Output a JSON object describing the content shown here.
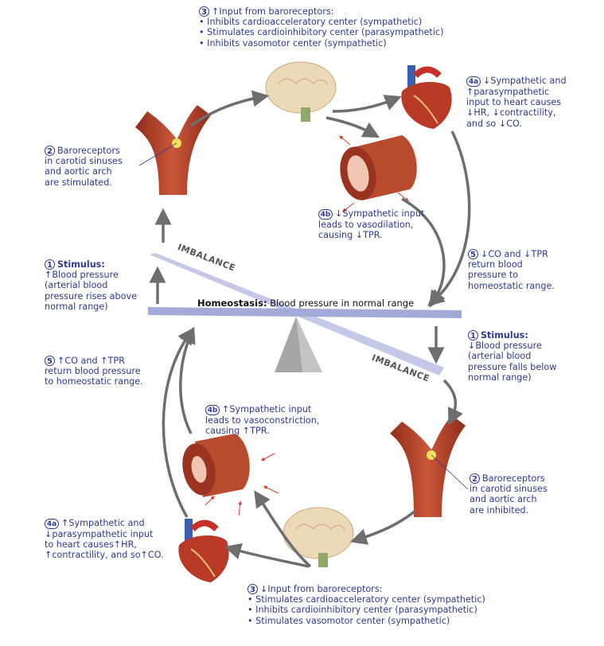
{
  "seesaw": {
    "homeostasis_label": "Homeostasis:",
    "homeostasis_text": " Blood pressure in normal range",
    "imbalance_top": "IMBALANCE",
    "imbalance_bottom": "IMBALANCE"
  },
  "colors": {
    "text": "#2f3a8f",
    "arrow": "#6e6e6e",
    "vessel": "#b5452b",
    "beam": "#a9b0dc"
  },
  "blocks": {
    "top_step3": {
      "num": "3",
      "lines": [
        "↑Input from baroreceptors:",
        "• Inhibits cardioacceleratory center (sympathetic)",
        "• Stimulates cardioinhibitory center (parasympathetic)",
        "• Inhibits vasomotor center (sympathetic)"
      ]
    },
    "top_step4a": {
      "num": "4a",
      "lines": [
        "↓Sympathetic and",
        "↑parasympathetic",
        "input to heart causes",
        "↓HR, ↓contractility,",
        "and so ↓CO."
      ]
    },
    "top_step2": {
      "num": "2",
      "lines": [
        "Baroreceptors",
        "in carotid sinuses",
        "and aortic arch",
        "are stimulated."
      ]
    },
    "top_step4b": {
      "num": "4b",
      "lines": [
        "↓Sympathetic input",
        "leads to vasodilation,",
        "causing ↓TPR."
      ]
    },
    "right_step5": {
      "num": "5",
      "lines": [
        "↓CO and ↓TPR",
        "return blood",
        "pressure to",
        "homeostatic range."
      ]
    },
    "left_step1": {
      "num": "1",
      "bold": "Stimulus:",
      "lines": [
        "↑Blood pressure",
        "(arterial blood",
        "pressure rises above",
        "normal range)"
      ]
    },
    "right_step1": {
      "num": "1",
      "bold": "Stimulus:",
      "lines": [
        "↓Blood pressure",
        "(arterial blood",
        "pressure falls below",
        "normal range)"
      ]
    },
    "left_step5": {
      "num": "5",
      "lines": [
        "↑CO and ↑TPR",
        "return blood pressure",
        "to homeostatic range."
      ]
    },
    "bottom_step4b": {
      "num": "4b",
      "lines": [
        "↑Sympathetic input",
        "leads to vasoconstriction,",
        "causing ↑TPR."
      ]
    },
    "bottom_step2": {
      "num": "2",
      "lines": [
        "Baroreceptors",
        "in carotid sinuses",
        "and aortic arch",
        "are inhibited."
      ]
    },
    "bottom_step4a": {
      "num": "4a",
      "lines": [
        "↑Sympathetic and",
        "↓parasympathetic input",
        "to heart causes↑HR,",
        "↑contractility, and so↑CO."
      ]
    },
    "bottom_step3": {
      "num": "3",
      "lines": [
        "↓Input from baroreceptors:",
        "• Stimulates cardioacceleratory center (sympathetic)",
        "• Inhibits cardioinhibitory center (parasympathetic)",
        "• Stimulates vasomotor center (sympathetic)"
      ]
    }
  }
}
